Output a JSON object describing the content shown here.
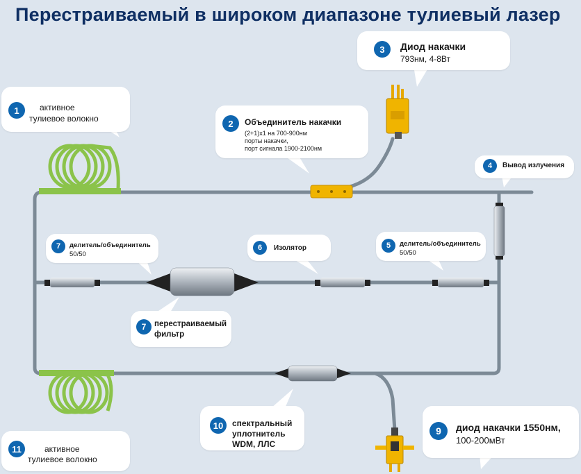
{
  "title": "Перестраиваемый в широком диапазоне тулиевый лазер",
  "colors": {
    "fiber": "#7c8a96",
    "coil": "#8bc34a",
    "badge": "#0f66b0",
    "title": "#0f2f63",
    "pump": "#f0b400",
    "background": "#dde5ee"
  },
  "labels": [
    {
      "num": "1",
      "line1": "активное",
      "line2": "тулиевое волокно"
    },
    {
      "num": "2",
      "line1": "Объединитель накачки",
      "line2": "(2+1)x1 на 700-900нм",
      "line3": "порты накачки,",
      "line4": "порт сигнала 1900-2100нм"
    },
    {
      "num": "3",
      "line1": "Диод накачки",
      "line2": "793нм, 4-8Вт"
    },
    {
      "num": "4",
      "line1": "Вывод излучения"
    },
    {
      "num": "5",
      "line1": "делитель/объединитель",
      "line2": "50/50"
    },
    {
      "num": "6",
      "line1": "Изолятор"
    },
    {
      "num": "7",
      "line1": "делитель/объединитель",
      "line2": "50/50"
    },
    {
      "num": "7",
      "line1": "перестраиваемый",
      "line2": "фильтр"
    },
    {
      "num": "10",
      "line1": "спектральный",
      "line2": "уплотнитель",
      "line3": "WDM,  ЛЛС"
    },
    {
      "num": "11",
      "line1": "активное",
      "line2": "тулиевое волокно"
    },
    {
      "num": "9",
      "line1": "диод накачки 1550нм,",
      "line2": "100-200мВт"
    }
  ]
}
